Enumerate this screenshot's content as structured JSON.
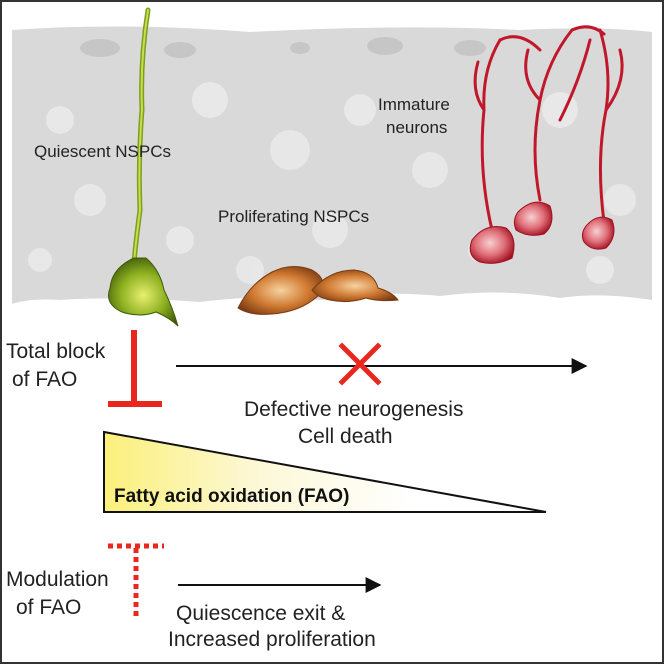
{
  "tissue": {
    "quiescent_label": "Quiescent NSPCs",
    "proliferating_label": "Proliferating NSPCs",
    "immature_label_line1": "Immature",
    "immature_label_line2": "neurons"
  },
  "total_block": {
    "label_line1": "Total block",
    "label_line2": "of FAO",
    "outcome_line1": "Defective neurogenesis",
    "outcome_line2": "Cell death"
  },
  "fao_gradient": {
    "label": "Fatty acid oxidation (FAO)"
  },
  "modulation": {
    "label_line1": "Modulation",
    "label_line2": "of FAO",
    "outcome_line1": "Quiescence exit &",
    "outcome_line2": "Increased proliferation"
  },
  "colors": {
    "tissue_gray": "#d9d9d9",
    "quiescent_green": "#8db020",
    "proliferating_orange": "#c8702a",
    "immature_red": "#c0182a",
    "inhibit_red": "#e8281e",
    "gradient_yellow": "#fbf07a",
    "text": "#222222"
  },
  "icons": [
    "inhibition-bar-icon",
    "cross-icon",
    "arrow-icon"
  ]
}
